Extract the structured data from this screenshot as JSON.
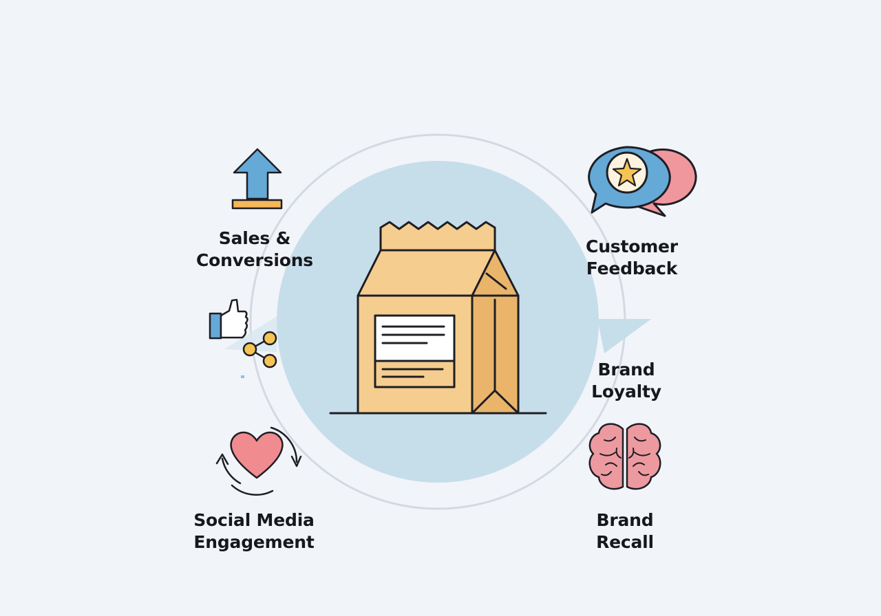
{
  "labels": {
    "sales": [
      "Sales &",
      "Conversions"
    ],
    "feedback": [
      "Customer",
      "Feedback"
    ],
    "loyalty": [
      "Brand",
      "Loyalty"
    ],
    "social": [
      "Social Media",
      "Engagement"
    ],
    "recall": [
      "Brand",
      "Recall"
    ]
  },
  "icons": {
    "sales": "up-arrow-icon",
    "feedback": "speech-bubbles-star-icon",
    "loyalty": "cycle-arrowhead",
    "social": [
      "thumbs-up-icon",
      "share-icon",
      "heart-cycle-icon"
    ],
    "recall": "brain-icon",
    "center": "paper-bag-icon"
  },
  "colors": {
    "background": "#f1f4f9",
    "center_circle": "#c6deea",
    "ring": "#d4d9e1",
    "bag": "#f5cd8e",
    "bag_shade": "#eab56a",
    "arrow_blue": "#65a9d7",
    "heart_pink": "#f08b8f",
    "brain_pink": "#ec9aa0",
    "star_yellow": "#f6c453",
    "outline": "#1e1e24"
  }
}
